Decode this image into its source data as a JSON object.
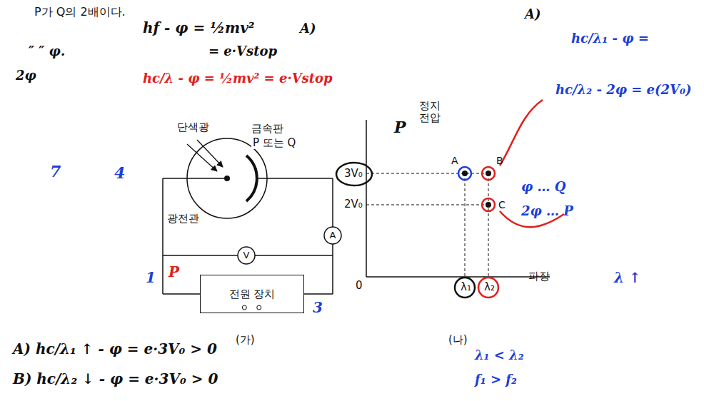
{
  "diagram": {
    "nodes": [
      {
        "text": [
          "A"
        ]
      },
      {
        "text": [
          "V"
        ]
      },
      {
        "text": [
          "전원 장치"
        ]
      }
    ],
    "labels": [
      "P가 Q의 2배이다.",
      "hf - φ = ½mv²",
      "= e·Vstop",
      "hc/λ - φ = ½mv² = e·Vstop",
      "A)",
      "″ ″ φ.",
      "2φ",
      "단색광",
      "금속판",
      "P 또는 Q",
      "광전관",
      "7",
      "4",
      "P",
      "3",
      "1",
      "(가)",
      "A) hc/λ₁ ↑ - φ = e·3V₀ > 0",
      "B) hc/λ₂ ↓ - φ = e·3V₀ > 0",
      "정지 전압",
      "3V₀",
      "2V₀",
      "0",
      "λ₁",
      "λ₂",
      "파장",
      "(나)",
      "A",
      "B",
      "C",
      "P",
      "A)",
      "hc/λ₁ - φ =",
      "hc/λ₂ - 2φ = e(2V₀)",
      "φ … Q",
      "2φ … P",
      "λ ↑",
      "λ₁ < λ₂",
      "f₁ > f₂"
    ]
  }
}
